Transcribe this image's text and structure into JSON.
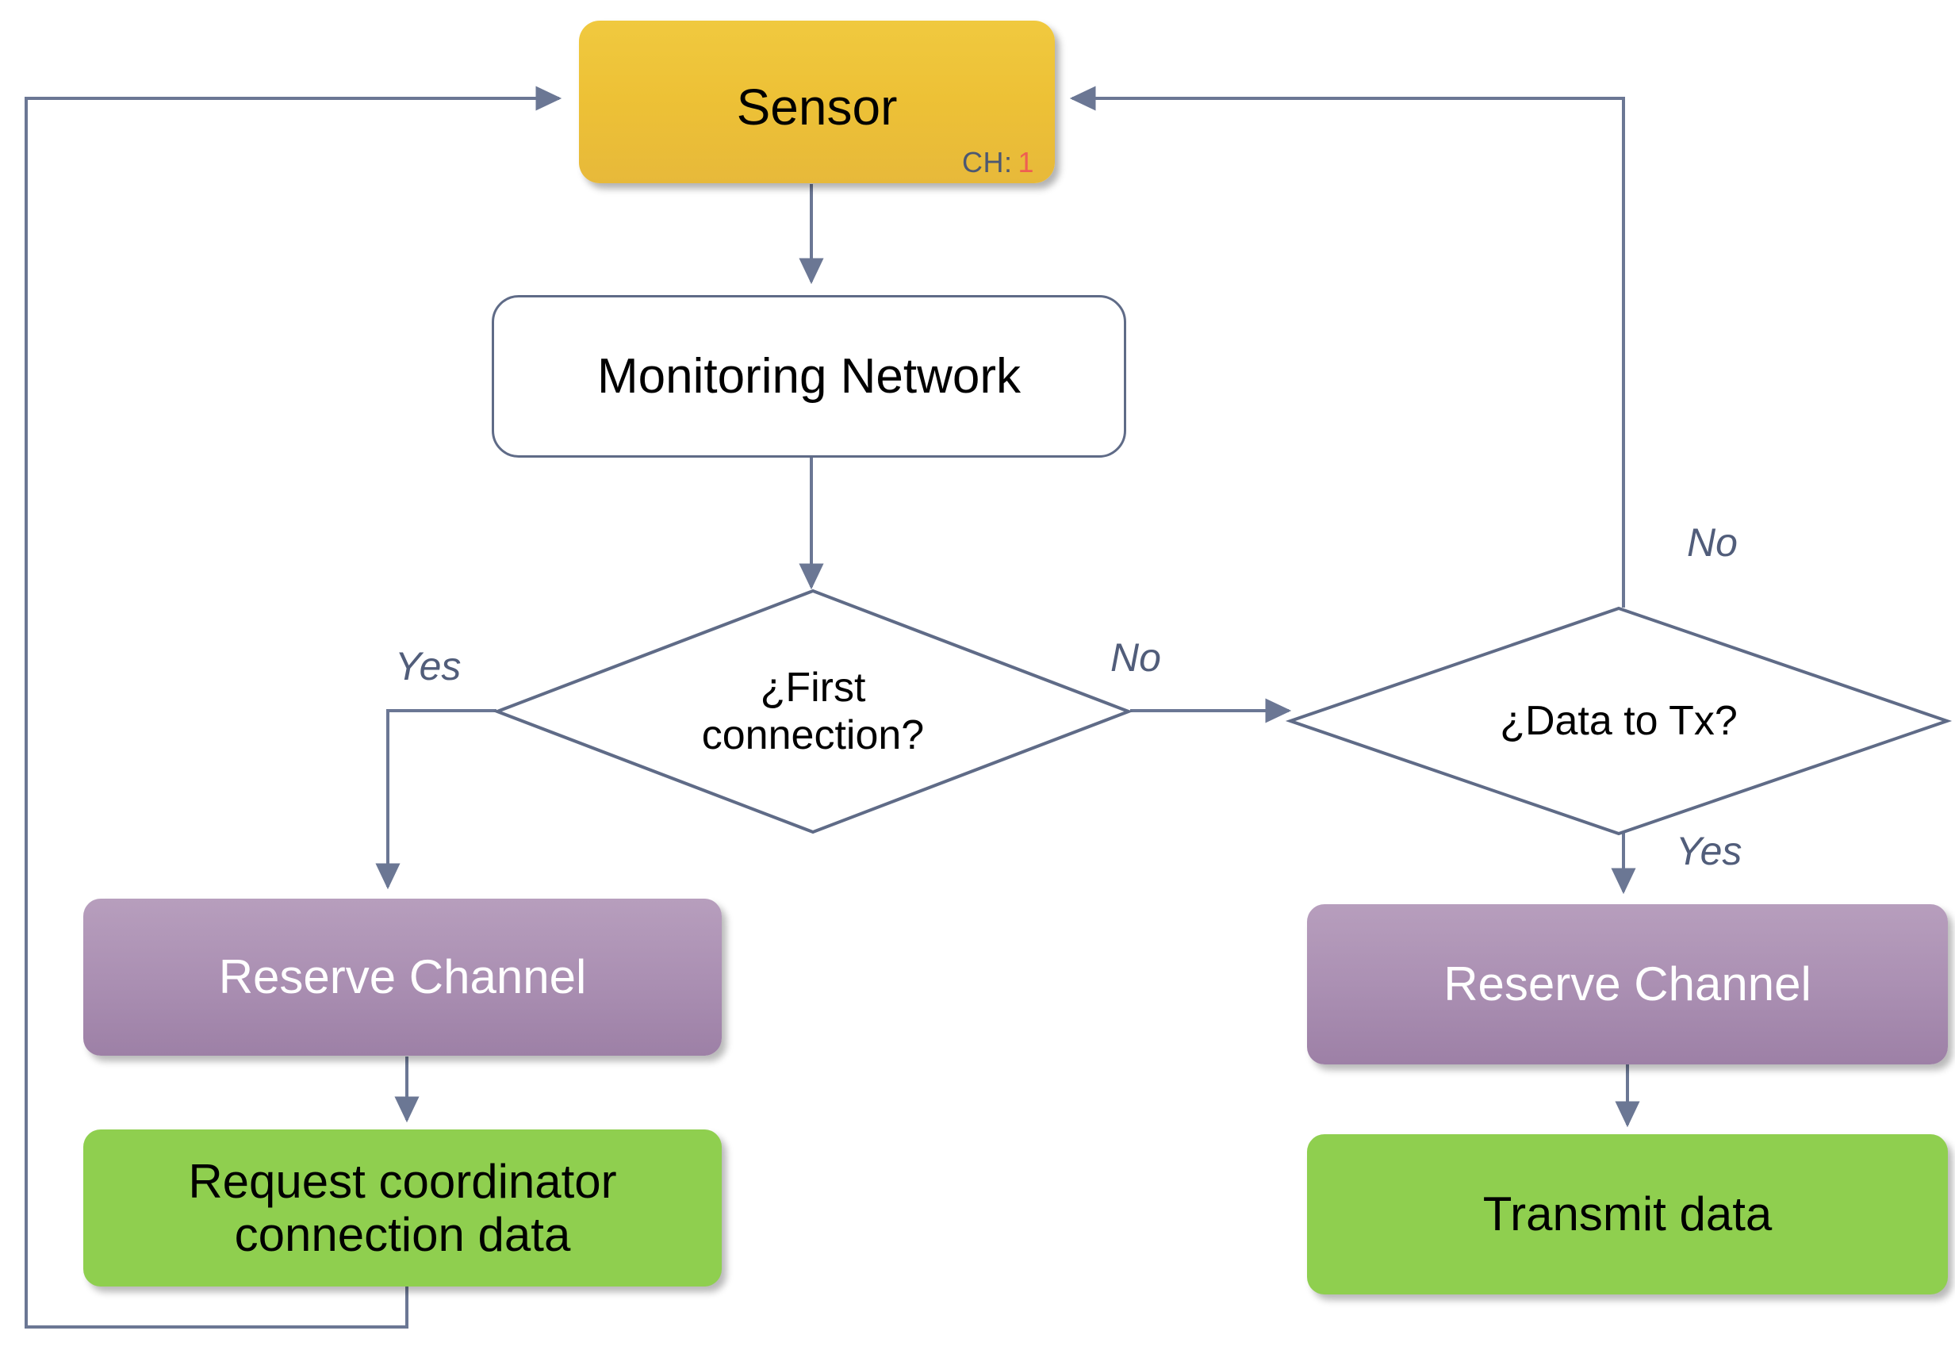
{
  "diagram": {
    "title": "Sensor node operation flowchart",
    "type": "flowchart",
    "colors": {
      "sensor_fill": "#edc136",
      "process_fill": "#ab90b3",
      "terminal_fill": "#8fcf4f",
      "decision_stroke": "#5f6b87",
      "edge_stroke": "#6b7794",
      "label_text": "#515d7a",
      "ch_label": "#4c5872",
      "ch_value": "#ef5e52"
    }
  },
  "nodes": {
    "sensor": {
      "label": "Sensor",
      "ch_label": "CH:",
      "ch_value": "1"
    },
    "monitoring_network": {
      "label": "Monitoring Network"
    },
    "first_connection": {
      "line1": "¿First",
      "line2": "connection?"
    },
    "data_to_tx": {
      "label": "¿Data to Tx?"
    },
    "reserve_channel_left": {
      "label": "Reserve Channel"
    },
    "reserve_channel_right": {
      "label": "Reserve Channel"
    },
    "request_coordinator": {
      "line1": "Request coordinator",
      "line2": "connection data"
    },
    "transmit_data": {
      "label": "Transmit data"
    }
  },
  "edge_labels": {
    "first_connection_yes": "Yes",
    "first_connection_no": "No",
    "data_to_tx_no": "No",
    "data_to_tx_yes": "Yes"
  }
}
